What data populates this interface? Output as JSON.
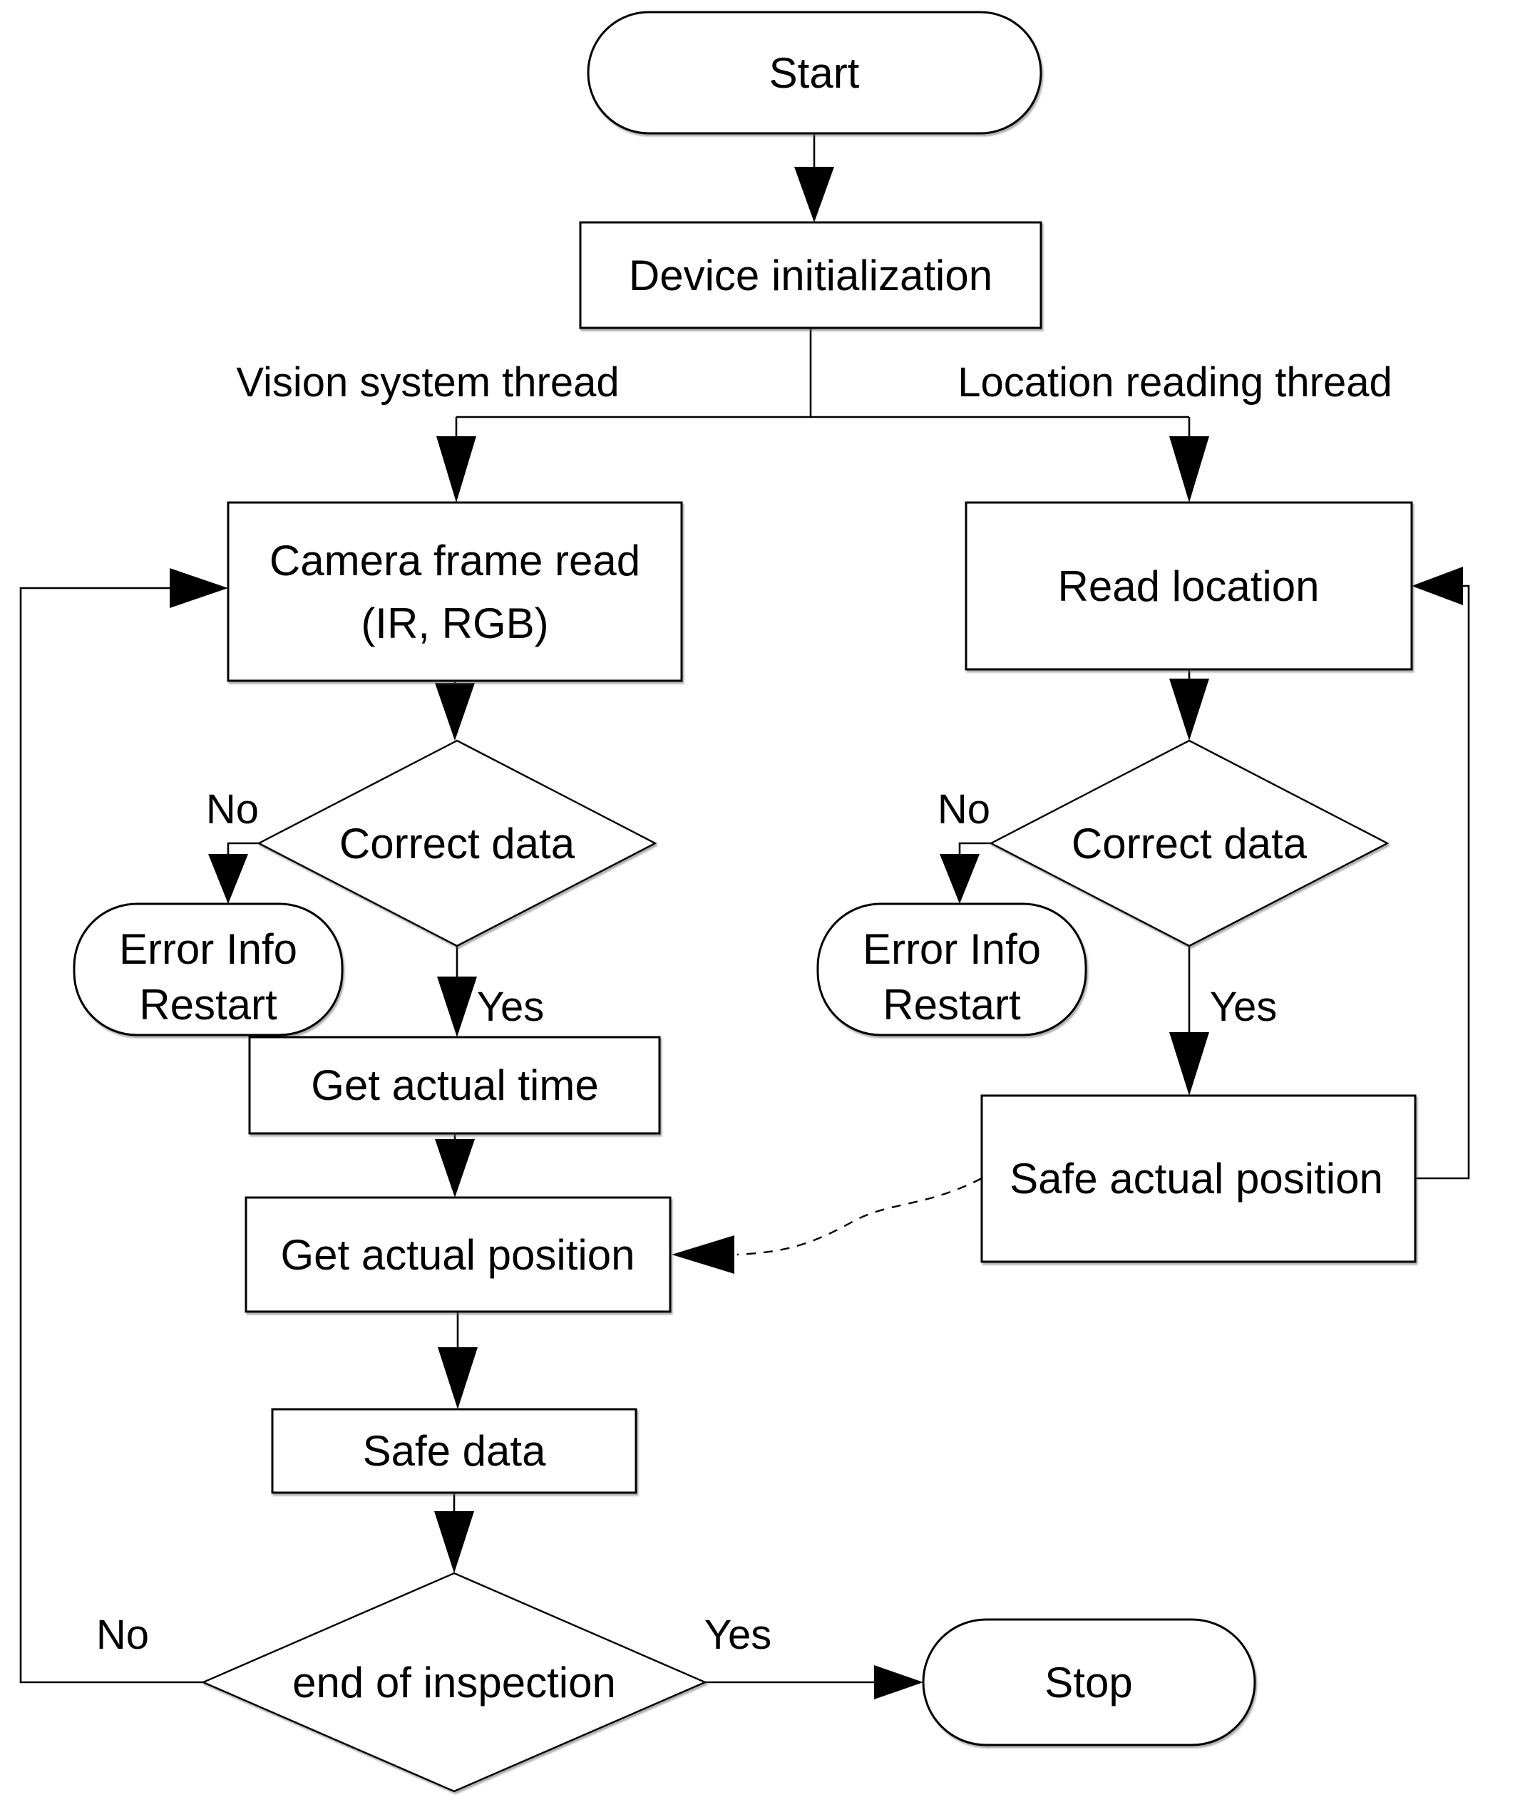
{
  "diagram": {
    "background": "#ffffff",
    "stroke_color": "#000000",
    "text_color": "#000000",
    "node_fill": "#ffffff",
    "thread_labels": {
      "vision": "Vision system thread",
      "location": "Location reading thread"
    },
    "nodes": {
      "start": {
        "type": "terminator",
        "label": "Start"
      },
      "device_init": {
        "type": "process",
        "label": "Device initialization"
      },
      "camera_read": {
        "type": "process",
        "line1": "Camera frame read",
        "line2": "(IR, RGB)"
      },
      "read_location": {
        "type": "process",
        "label": "Read location"
      },
      "vision_decision": {
        "type": "decision",
        "label": "Correct data"
      },
      "location_decision": {
        "type": "decision",
        "label": "Correct data"
      },
      "vision_error": {
        "type": "terminator",
        "line1": "Error Info",
        "line2": "Restart"
      },
      "location_error": {
        "type": "terminator",
        "line1": "Error Info",
        "line2": "Restart"
      },
      "get_time": {
        "type": "process",
        "label": "Get actual time"
      },
      "get_position": {
        "type": "process",
        "label": "Get actual position"
      },
      "safe_data": {
        "type": "process",
        "label": "Safe data"
      },
      "safe_position": {
        "type": "process",
        "label": "Safe actual position"
      },
      "end_inspection": {
        "type": "decision",
        "label": "end of inspection"
      },
      "stop": {
        "type": "terminator",
        "label": "Stop"
      }
    },
    "edge_labels": {
      "vision_no": "No",
      "vision_yes": "Yes",
      "location_no": "No",
      "location_yes": "Yes",
      "end_no": "No",
      "end_yes": "Yes"
    }
  }
}
